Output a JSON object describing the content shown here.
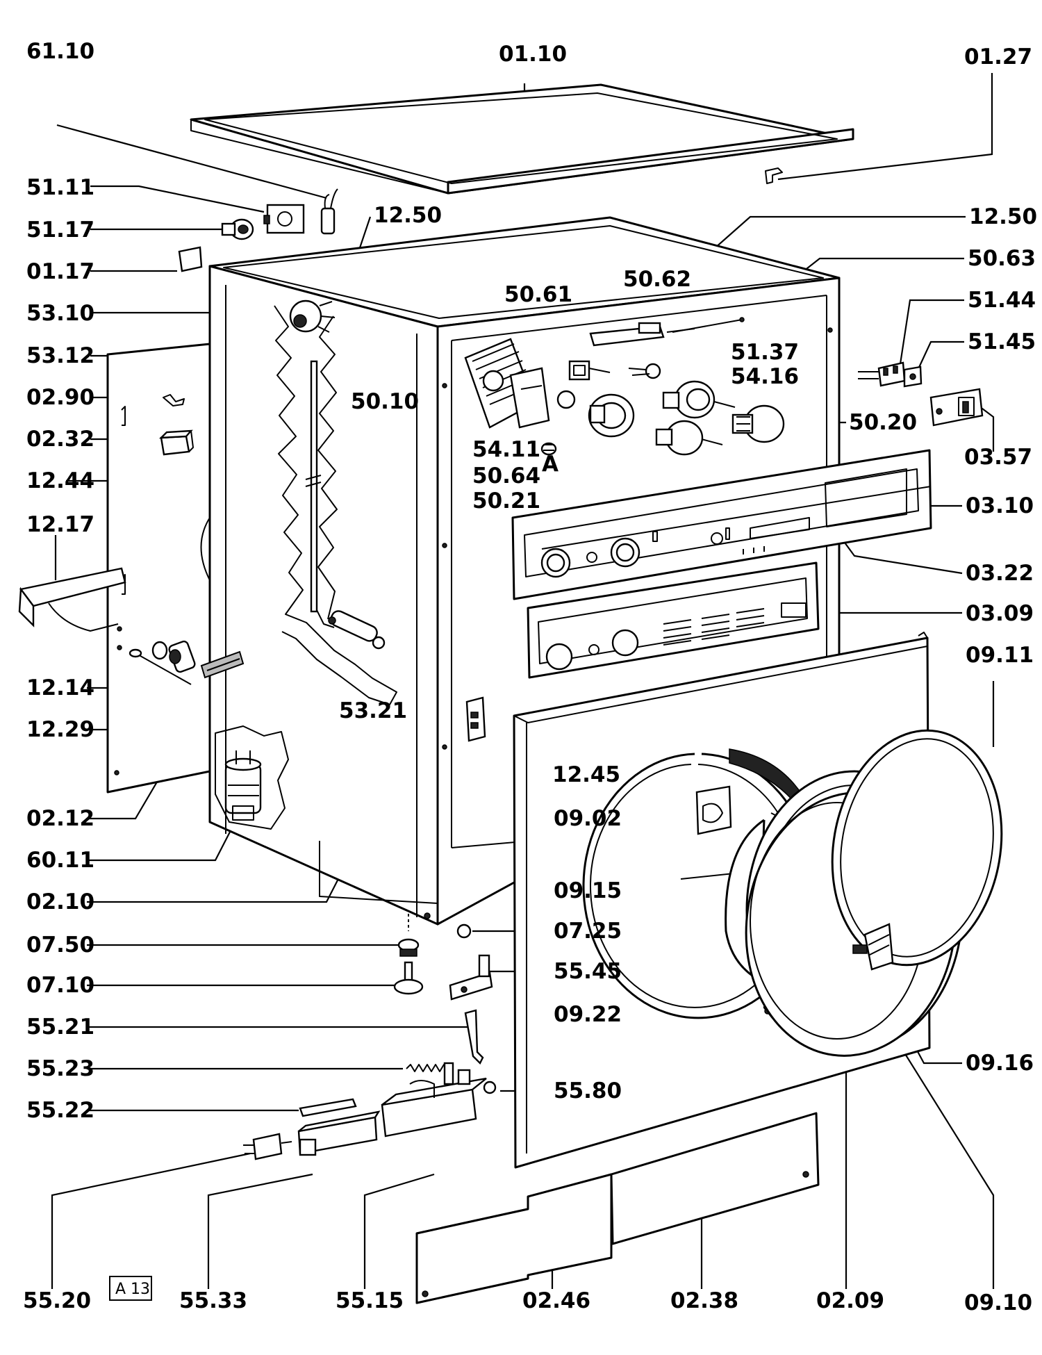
{
  "labels": {
    "l6110": "61.10",
    "l0110": "01.10",
    "l0127": "01.27",
    "l5111": "51.11",
    "l5117": "51.17",
    "l0117": "01.17",
    "l1250a": "12.50",
    "l1250b": "12.50",
    "l5063": "50.63",
    "l5062": "50.62",
    "l5061": "50.61",
    "l5144": "51.44",
    "l5310": "53.10",
    "l5145": "51.45",
    "l5137": "51.37",
    "l5312": "53.12",
    "l5416": "54.16",
    "l0290": "02.90",
    "l5010": "50.10",
    "l5020": "50.20",
    "l0232": "02.32",
    "l5411": "54.11",
    "l0357": "03.57",
    "l5064": "50.64",
    "lA": "A",
    "l1244": "12.44",
    "l5021": "50.21",
    "l0310": "03.10",
    "l1217": "12.17",
    "l0322": "03.22",
    "l0309": "03.09",
    "l0911": "09.11",
    "l1214": "12.14",
    "l5321": "53.21",
    "l1229": "12.29",
    "l1245": "12.45",
    "l0902": "09.02",
    "l0212": "02.12",
    "l6011": "60.11",
    "l0915": "09.15",
    "l0210": "02.10",
    "l0725": "07.25",
    "l0750": "07.50",
    "l5545": "55.45",
    "l0710": "07.10",
    "l0922": "09.22",
    "l5521": "55.21",
    "l0916": "09.16",
    "l5523": "55.23",
    "l5580": "55.80",
    "l5522": "55.22",
    "l5520": "55.20",
    "lA13": "A 13",
    "l5533": "55.33",
    "l5515": "55.15",
    "l0246": "02.46",
    "l0238": "02.38",
    "l0209": "02.09",
    "l0910": "09.10"
  }
}
